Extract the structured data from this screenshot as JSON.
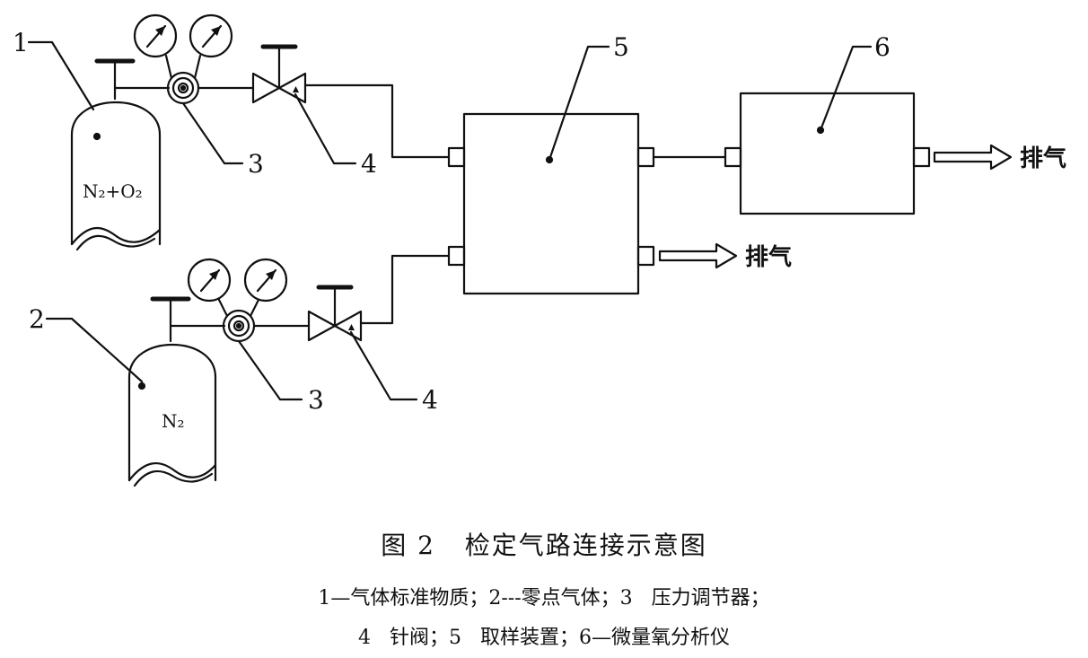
{
  "diagram": {
    "labels": {
      "cylinder1": "1",
      "cylinder2": "2",
      "regulator1": "3",
      "regulator2": "3",
      "valve1": "4",
      "valve2": "4",
      "sampling_device": "5",
      "analyzer": "6"
    },
    "gases": {
      "cylinder1": "N₂+O₂",
      "cylinder2": "N₂"
    },
    "exhaust": {
      "analyzer_out": "排气",
      "sampling_out": "排气"
    }
  },
  "caption": {
    "title": "图 2   检定气路连接示意图",
    "legend_line1": "1—气体标准物质；2---零点气体；3   压力调节器；",
    "legend_line2": "4   针阀；5   取样装置；6—微量氧分析仪"
  }
}
